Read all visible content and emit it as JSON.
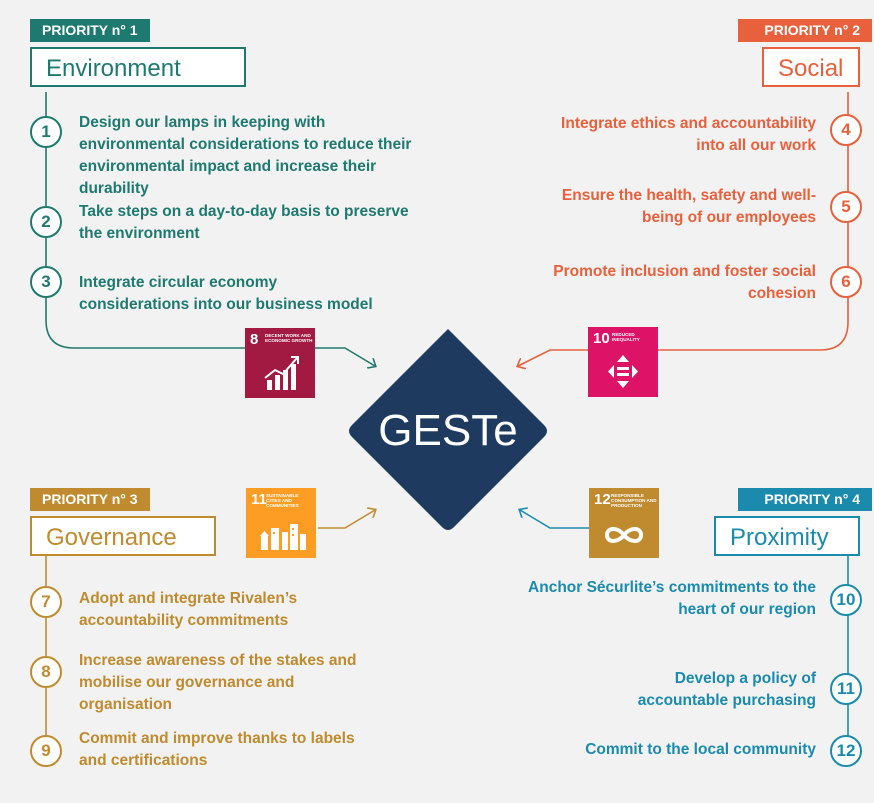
{
  "center": {
    "label": "GESTe"
  },
  "priorities": [
    {
      "tag": "PRIORITY n° 1",
      "title": "Environment",
      "color": "#1e7a70",
      "items": [
        {
          "num": "1",
          "text": "Design our lamps in keeping with environmental considerations to reduce their environmental impact and increase their durability"
        },
        {
          "num": "2",
          "text": "Take steps on a day-to-day basis to preserve the environment"
        },
        {
          "num": "3",
          "text": "Integrate circular economy considerations into our business model"
        }
      ],
      "sdg": {
        "number": "8",
        "label": "Decent work and economic growth",
        "color": "#a21942",
        "icon": "chart-growth-icon"
      }
    },
    {
      "tag": "PRIORITY n° 2",
      "title": "Social",
      "color": "#e8603c",
      "items": [
        {
          "num": "4",
          "text": "Integrate ethics and accountability into all our work"
        },
        {
          "num": "5",
          "text": "Ensure the health, safety and well-being of our employees"
        },
        {
          "num": "6",
          "text": "Promote inclusion and foster social cohesion"
        }
      ],
      "sdg": {
        "number": "10",
        "label": "Reduced inequality",
        "color": "#dd1367",
        "icon": "equality-arrows-icon"
      }
    },
    {
      "tag": "PRIORITY n° 3",
      "title": "Governance",
      "color": "#bf8b2e",
      "items": [
        {
          "num": "7",
          "text": "Adopt and integrate Rivalen’s accountability commitments"
        },
        {
          "num": "8",
          "text": "Increase awareness of the stakes and mobilise our governance and organisation"
        },
        {
          "num": "9",
          "text": "Commit and improve thanks to labels and certifications"
        }
      ],
      "sdg": {
        "number": "11",
        "label": "Sustainable cities and communities",
        "color": "#fd9d24",
        "icon": "city-icon"
      }
    },
    {
      "tag": "PRIORITY n° 4",
      "title": "Proximity",
      "color": "#1a8bad",
      "items": [
        {
          "num": "10",
          "text": "Anchor Sécurlite’s commitments to the heart of our region"
        },
        {
          "num": "11",
          "text": "Develop a policy of accountable purchasing"
        },
        {
          "num": "12",
          "text": "Commit to the local community"
        }
      ],
      "sdg": {
        "number": "12",
        "label": "Responsible consumption and production",
        "color": "#bf8b2e",
        "icon": "infinity-icon"
      }
    }
  ],
  "colors": {
    "diamond": "#1e3a5f",
    "background": "#f2f2f2"
  }
}
